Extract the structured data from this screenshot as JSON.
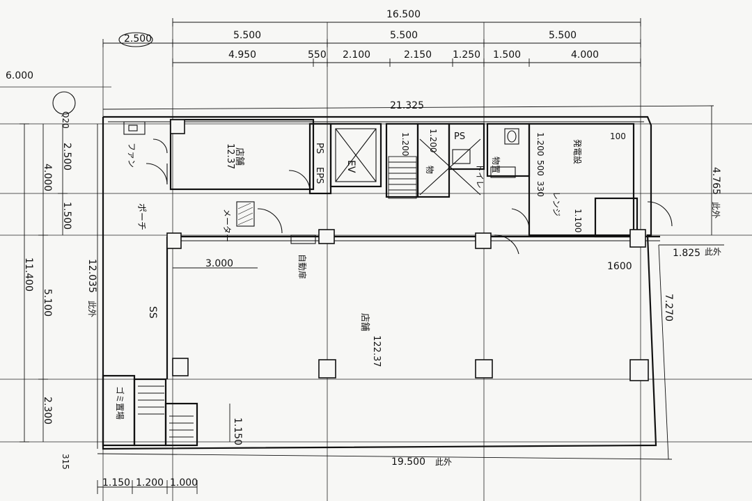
{
  "plan": {
    "top_overall": "16.500",
    "top_bays": [
      "5.500",
      "5.500",
      "5.500"
    ],
    "top_corner": "2.500",
    "top_detail": [
      "4.950",
      "550",
      "2.100",
      "2.150",
      "1.250",
      "1.500",
      "4.000"
    ],
    "left_offset": "6.000",
    "corner_tag": "Q20",
    "overall_width": "21.325",
    "left_dims": [
      "2.500",
      "4.000",
      "1.500"
    ],
    "left_overall": "11.400",
    "left_mid": "5.100",
    "left_low": "2.300",
    "left_depth": "12.035",
    "left_depth_note": "此外",
    "right_top": "4.765",
    "right_top_note": "此外",
    "right_offset": "1.825",
    "right_offset_note": "此外",
    "right_low": "7.270",
    "bottom_overall": "19.500",
    "bottom_note": "此外",
    "bottom_small": "315",
    "bottom_dims": [
      "1.150",
      "1.200",
      "1.000"
    ],
    "shop_label": "店舗",
    "shop_area": "12.37",
    "main_label": "店舗",
    "main_area": "122.37",
    "porch": "ポーチ",
    "ev": "EV",
    "ps1": "PS",
    "ps2": "PS",
    "eps": "EPS",
    "misc1": "物",
    "misc2": "物置",
    "elec_room": "発電設",
    "dim_1200a": "1.200",
    "dim_1200b": "1.200",
    "dim_1200c": "1.200",
    "dim_500": "500",
    "dim_330": "330",
    "dim_1100": "1.100",
    "dim_3000": "3.000",
    "dim_1600": "1600",
    "dim_1150": "1.150",
    "dim_100": "100",
    "label_kitchen": "レンジ",
    "label_fan": "ファン",
    "label_meter": "メーター",
    "label_shutter": "自動扉",
    "label_ss": "SS",
    "label_garbage": "ゴミ置場",
    "label_tr": "トイレ"
  }
}
